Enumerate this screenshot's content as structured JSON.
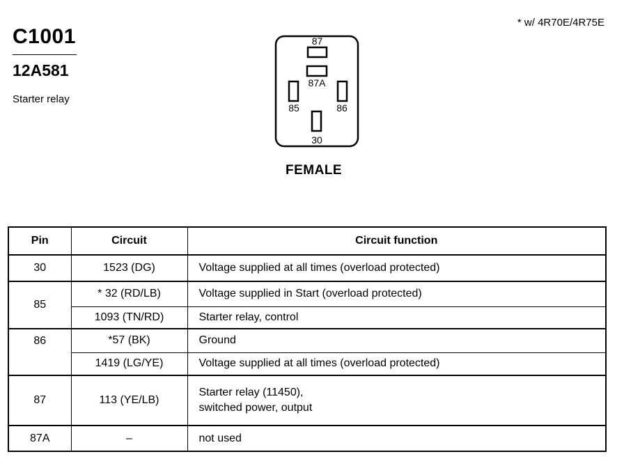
{
  "connector": {
    "id": "C1001",
    "part_number": "12A581",
    "description": "Starter relay",
    "note": "*  w/ 4R70E/4R75E",
    "view": "FEMALE",
    "terminals": [
      "87",
      "87A",
      "85",
      "86",
      "30"
    ]
  },
  "table": {
    "headers": {
      "pin": "Pin",
      "circuit": "Circuit",
      "function": "Circuit function"
    },
    "rows": [
      {
        "pin": "30",
        "circuit": "1523 (DG)",
        "function": "Voltage supplied at all times (overload protected)"
      },
      {
        "pin": "85",
        "circuit": "* 32 (RD/LB)",
        "function": "Voltage supplied in Start (overload protected)"
      },
      {
        "pin": "",
        "circuit": "1093 (TN/RD)",
        "function": "Starter relay, control"
      },
      {
        "pin": "86",
        "circuit": "*57 (BK)",
        "function": "Ground"
      },
      {
        "pin": "",
        "circuit": "1419 (LG/YE)",
        "function": "Voltage supplied at all times (overload protected)"
      },
      {
        "pin": "87",
        "circuit": "113 (YE/LB)",
        "function_line1": "Starter relay (11450),",
        "function_line2": "switched power, output"
      },
      {
        "pin": "87A",
        "circuit": "–",
        "function": "not used"
      }
    ]
  }
}
